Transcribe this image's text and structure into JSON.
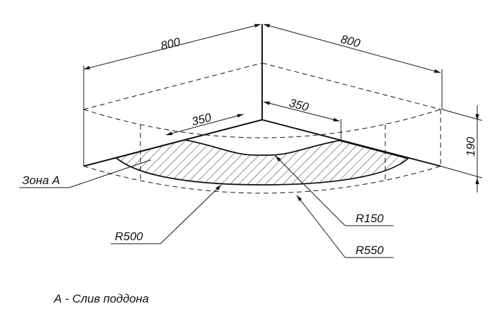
{
  "dimensions": {
    "width_left": "800",
    "width_right": "800",
    "drain_left": "350",
    "drain_right": "350",
    "height": "190"
  },
  "callouts": {
    "zone": "Зона А",
    "r150": "R150",
    "r500": "R500",
    "r550": "R550"
  },
  "caption": "А - Слив поддона"
}
